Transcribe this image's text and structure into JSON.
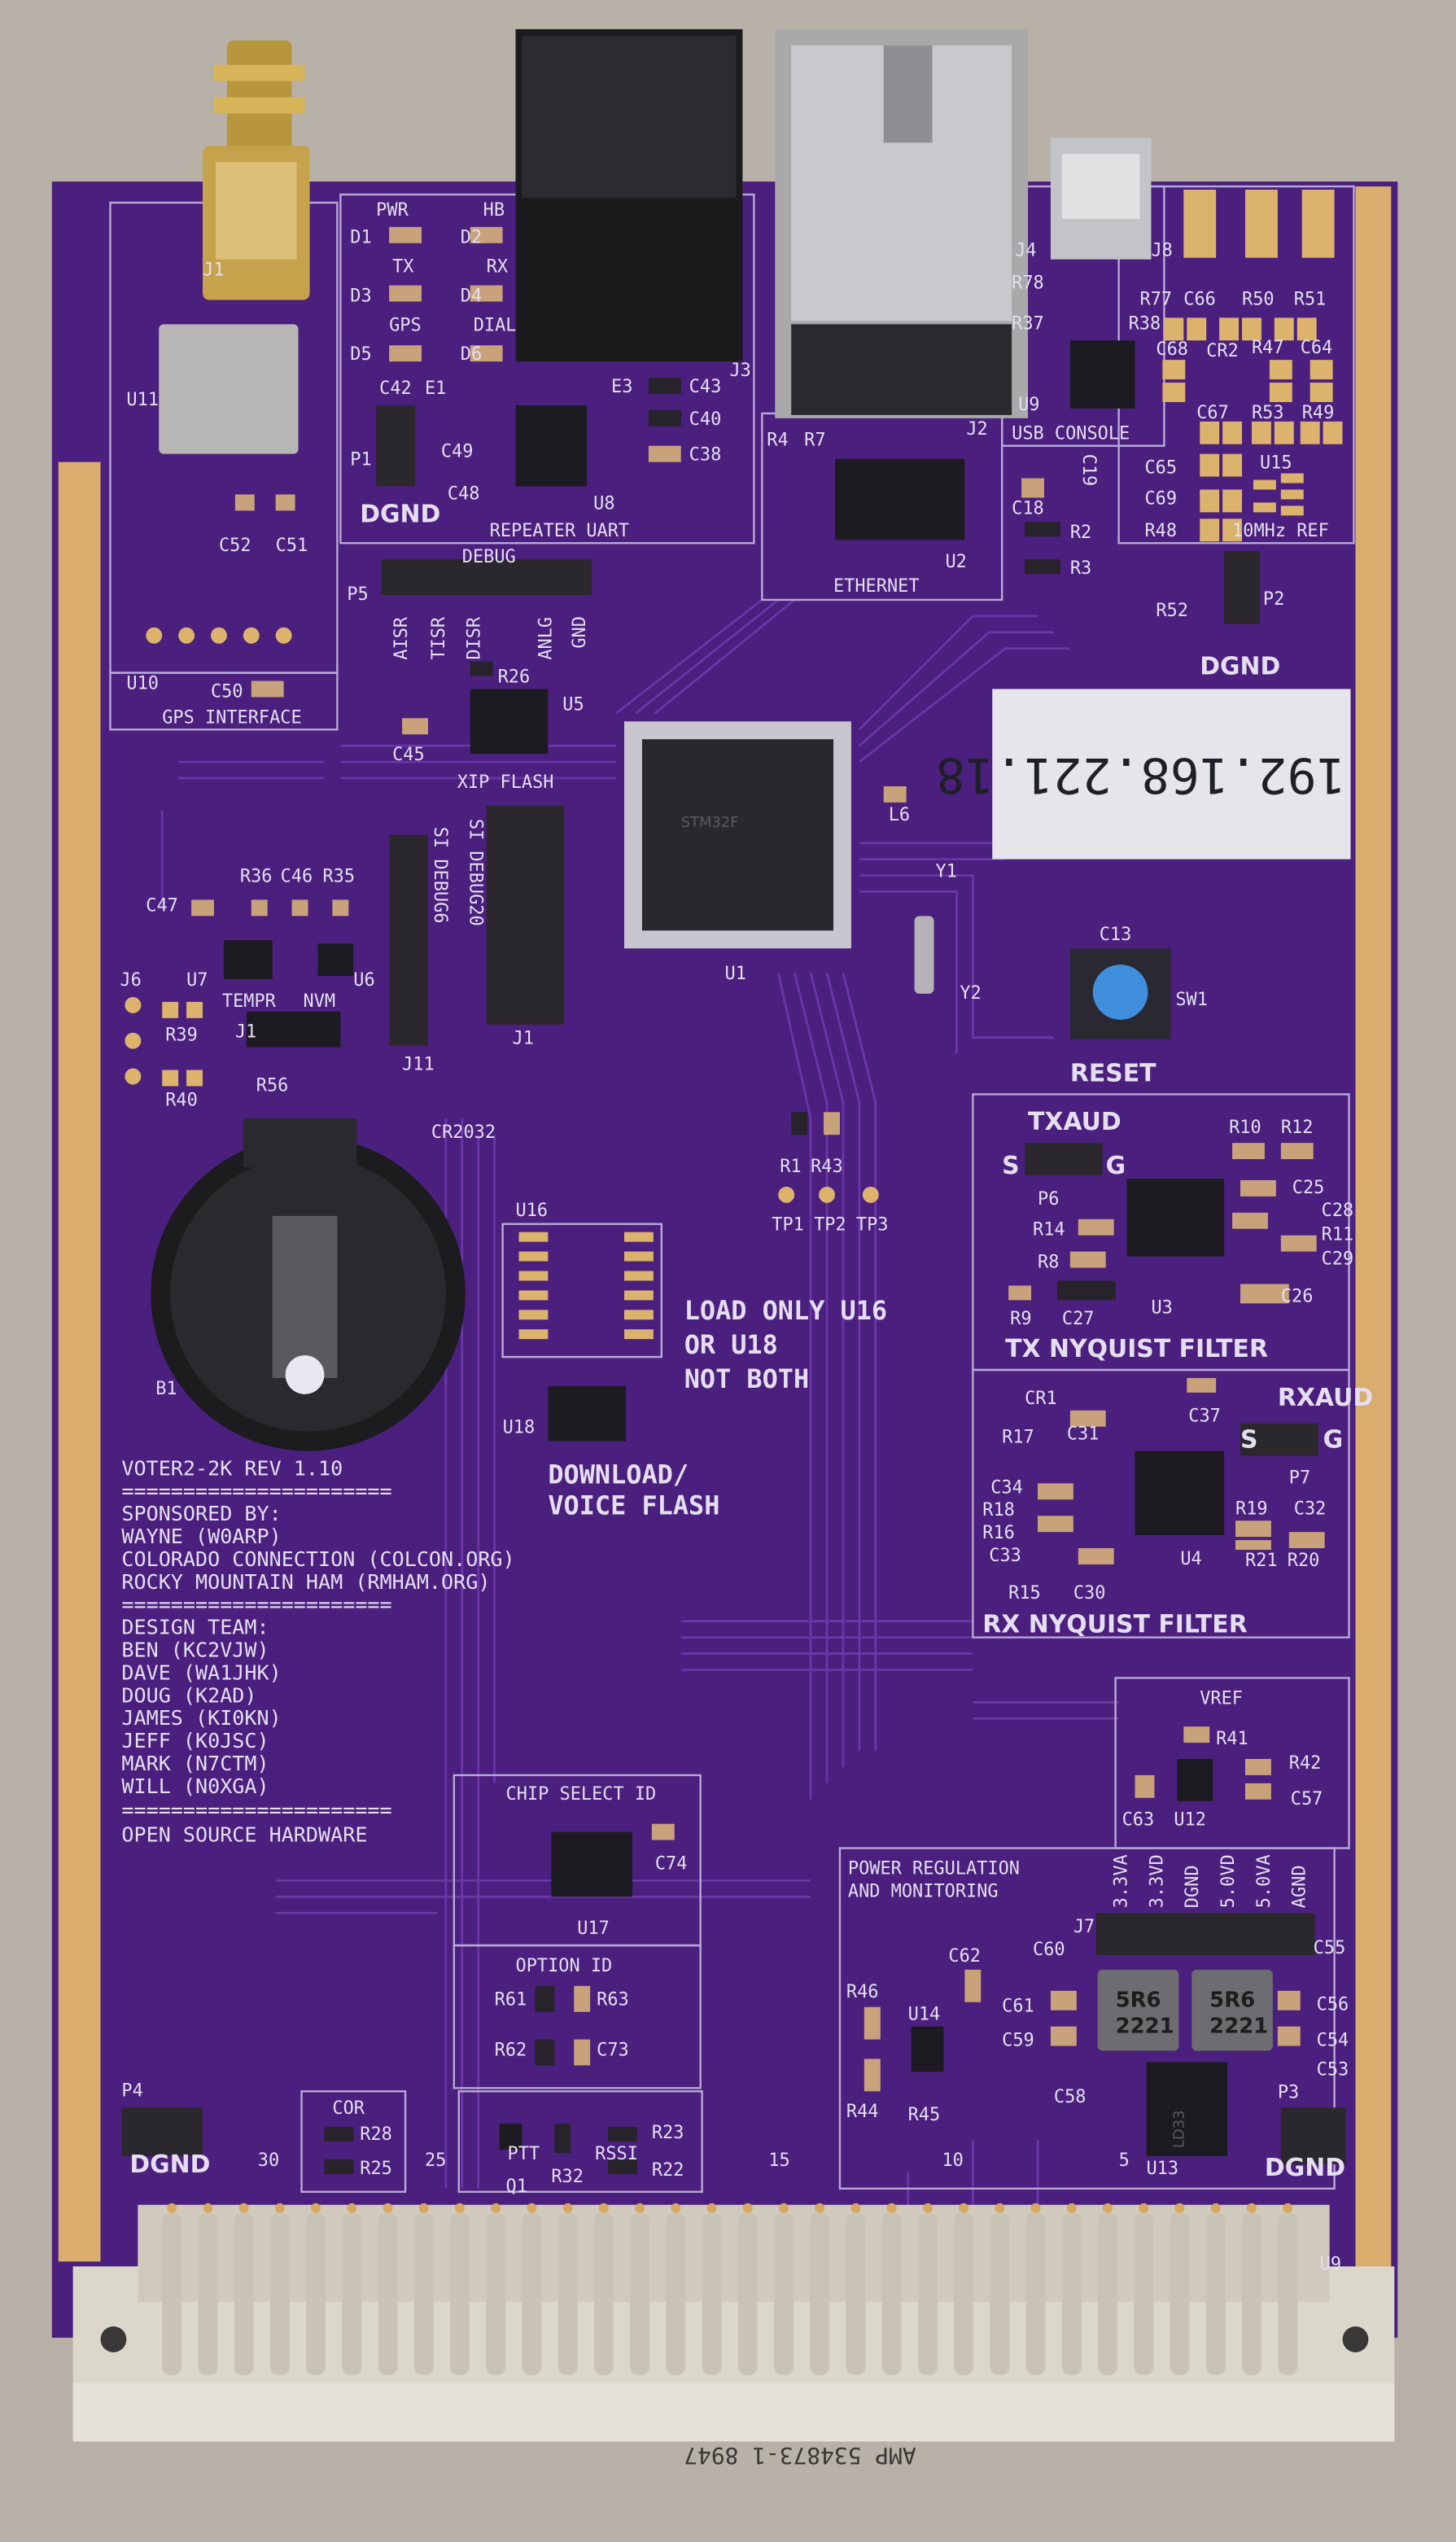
{
  "colors": {
    "board": "#4b1f7d",
    "silk": "#e4def0",
    "gold": "#dcb36c",
    "background": "#b8b1a7"
  },
  "ip_label": "192.168.221.18",
  "connector_marking": "AMP  534873-1  8947",
  "mcu_marking": "STM32F",
  "gps": [
    "U11",
    "C52",
    "C51",
    "U10",
    "GPS INTERFACE",
    "C50",
    "J1"
  ],
  "leds": [
    "PWR",
    "HB",
    "D1",
    "D2",
    "TX",
    "RX",
    "D3",
    "D4",
    "GPS",
    "DIAL",
    "D5",
    "D6"
  ],
  "uart": [
    "C42",
    "E1",
    "E3",
    "C43",
    "C40",
    "C38",
    "J3",
    "P1",
    "C49",
    "C48",
    "DGND",
    "U8",
    "REPEATER UART"
  ],
  "debug": [
    "P5",
    "DEBUG",
    "AISR",
    "TISR",
    "DISR",
    "ANLG",
    "GND",
    "R26",
    "U5",
    "C45",
    "XIP FLASH"
  ],
  "ethernet": [
    "R4",
    "R7",
    "J2",
    "U2",
    "ETHERNET"
  ],
  "usb": [
    "J4",
    "J8",
    "R78",
    "R37",
    "U9",
    "USB CONSOLE",
    "C18",
    "C19",
    "R2",
    "R3"
  ],
  "ref10": [
    "R77",
    "C66",
    "R50",
    "R51",
    "R38",
    "C68",
    "CR2",
    "R47",
    "C64",
    "C67",
    "R53",
    "R49",
    "C65",
    "U15",
    "C69",
    "R48",
    "10MHz REF",
    "R52",
    "P2",
    "DGND"
  ],
  "mcu": [
    "U1",
    "L6",
    "Y1",
    "Y2",
    "C13",
    "SW1",
    "RESET"
  ],
  "misc": [
    "R36",
    "C46",
    "R35",
    "C47",
    "U7",
    "TEMPR",
    "NVM",
    "U6",
    "J6",
    "R39",
    "J1",
    "R40",
    "R56",
    "SI DEBUG6",
    "SI DEBUG20",
    "J11",
    "J1",
    "CR2032",
    "B1"
  ],
  "flash": [
    "U16",
    "R1",
    "R43",
    "TP1",
    "TP2",
    "TP3",
    "LOAD ONLY U16",
    "OR U18",
    "NOT BOTH",
    "U18",
    "DOWNLOAD/",
    "VOICE FLASH"
  ],
  "tx": [
    "TXAUD",
    "S",
    "G",
    "P6",
    "R10",
    "R12",
    "R14",
    "C25",
    "R8",
    "C28",
    "R11",
    "C29",
    "U3",
    "C27",
    "R9",
    "C26",
    "TX NYQUIST FILTER"
  ],
  "rx": [
    "CR1",
    "C37",
    "RXAUD",
    "S",
    "G",
    "R17",
    "C31",
    "P7",
    "C34",
    "R18",
    "R19",
    "C32",
    "R16",
    "C33",
    "U4",
    "R21",
    "R20",
    "R15",
    "C30",
    "RX NYQUIST FILTER"
  ],
  "vref": [
    "VREF",
    "R41",
    "R42",
    "C57",
    "C63",
    "U12"
  ],
  "power": [
    "POWER REGULATION",
    "AND MONITORING",
    "3.3VA",
    "3.3VD",
    "DGND",
    "5.0VD",
    "5.0VA",
    "AGND",
    "J7",
    "C60",
    "C62",
    "C55",
    "R46",
    "U14",
    "C61",
    "C59",
    "C56",
    "C54",
    "C53",
    "R44",
    "R45",
    "C58",
    "P3",
    "U13",
    "DGND",
    "5R6",
    "2221",
    "5R6",
    "2221",
    "LD33"
  ],
  "chipsel": [
    "CHIP SELECT ID",
    "C74",
    "U17",
    "OPTION ID",
    "R61",
    "R63",
    "R62",
    "C73"
  ],
  "bottom": [
    "P4",
    "DGND",
    "COR",
    "R28",
    "R25",
    "PTT",
    "Q1",
    "R32",
    "RSSI",
    "R23",
    "R22",
    "30",
    "25",
    "15",
    "10",
    "5",
    "U9"
  ],
  "credits": [
    "VOTER2-2K REV 1.10",
    "======================",
    "SPONSORED BY:",
    "WAYNE (W0ARP)",
    "COLORADO CONNECTION (COLCON.ORG)",
    "ROCKY MOUNTAIN HAM (RMHAM.ORG)",
    "======================",
    "DESIGN TEAM:",
    "BEN (KC2VJW)",
    "DAVE (WA1JHK)",
    "DOUG (K2AD)",
    "JAMES (KI0KN)",
    "JEFF (K0JSC)",
    "MARK (N7CTM)",
    "WILL (N0XGA)",
    "======================",
    "OPEN SOURCE HARDWARE"
  ]
}
